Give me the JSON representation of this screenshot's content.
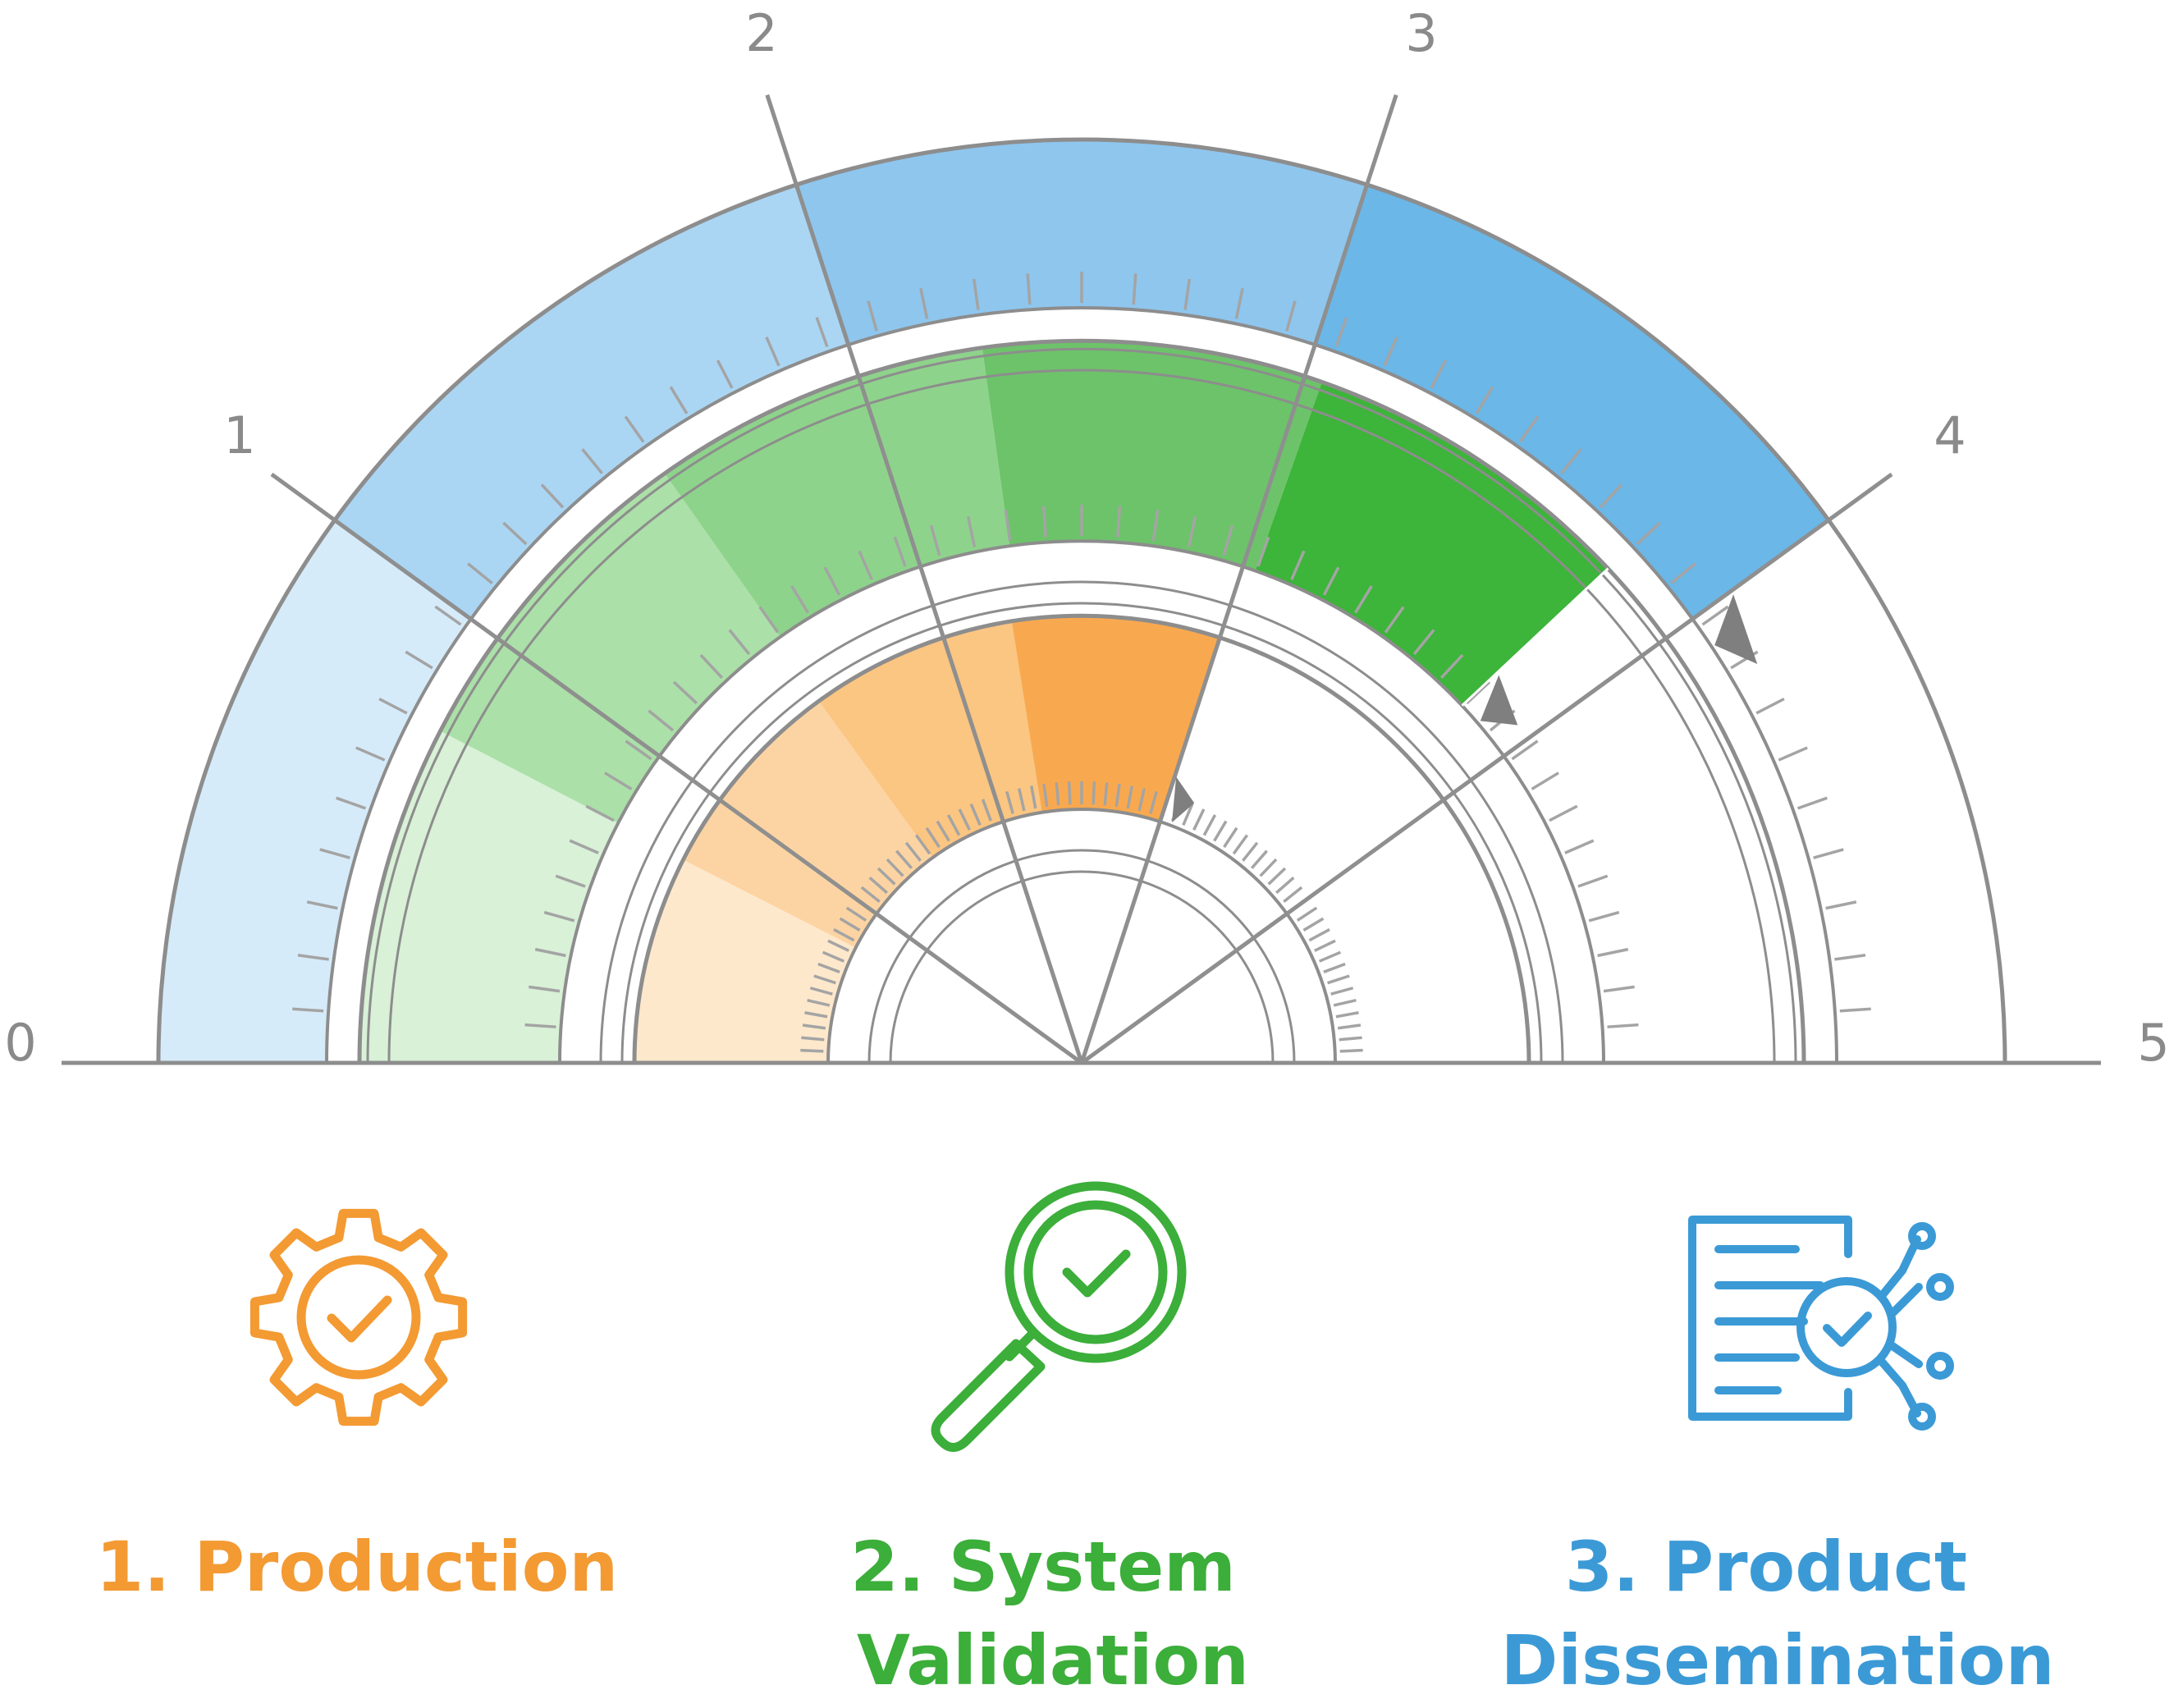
{
  "scale": {
    "labels": [
      "0",
      "1",
      "2",
      "3",
      "4",
      "5"
    ],
    "min": 0,
    "max": 5
  },
  "gauges": [
    {
      "name": "product-dissemination",
      "value": 4.0,
      "colors": [
        "#d6ebf9",
        "#aad6f4",
        "#8ec6ee",
        "#6ab7e8"
      ]
    },
    {
      "name": "system-validation",
      "value": 3.8,
      "colors": [
        "#d8f1d7",
        "#abe0a8",
        "#8ed38b",
        "#6dc36a",
        "#3db43a"
      ]
    },
    {
      "name": "production",
      "value": 3.0,
      "colors": [
        "#fde8cc",
        "#fcd4a3",
        "#fbc582",
        "#f8a94f"
      ]
    }
  ],
  "stages": [
    {
      "icon": "gear-check-icon",
      "color": "#f39a33",
      "lines": [
        "1. Production"
      ]
    },
    {
      "icon": "magnifier-check-icon",
      "color": "#3cae3a",
      "lines": [
        "2. System",
        "Validation"
      ]
    },
    {
      "icon": "document-network-check-icon",
      "color": "#3b9ad6",
      "lines": [
        "3. Product",
        "Dissemination"
      ]
    }
  ],
  "colors": {
    "outline": "#8d8d8d",
    "radial_line": "#8f8f8f",
    "pointer": "#7f7f7f"
  }
}
